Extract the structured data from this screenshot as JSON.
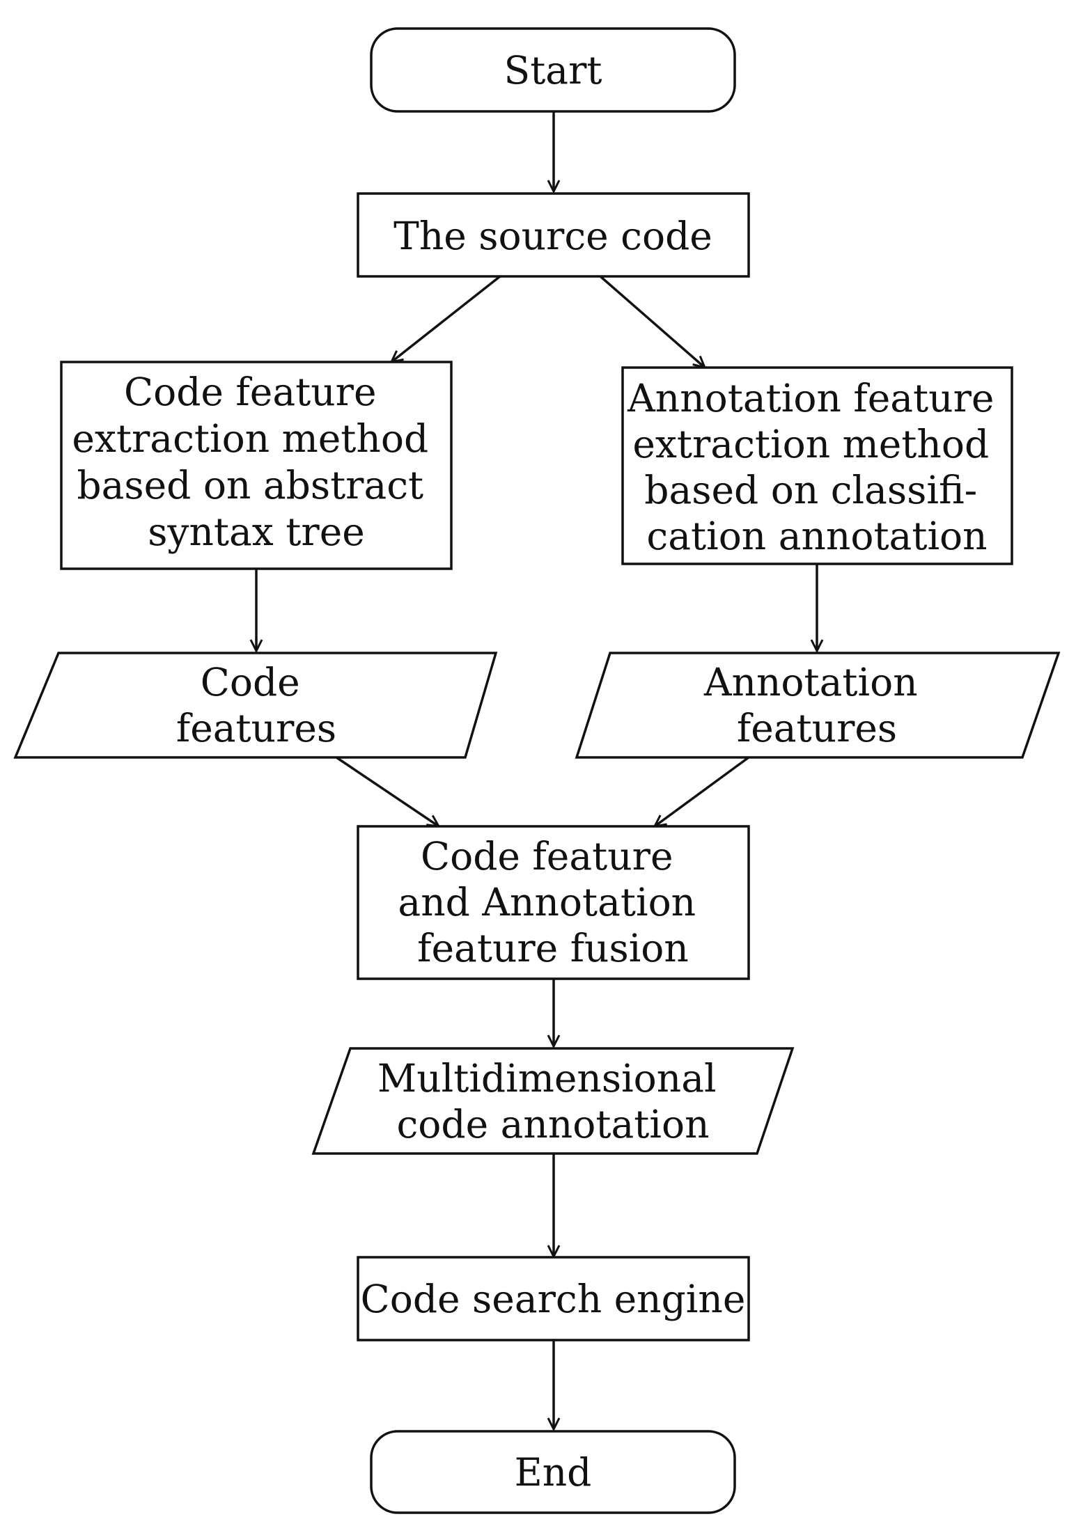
{
  "nodes": {
    "start": {
      "shape": "terminal",
      "lines": [
        "Start"
      ]
    },
    "source_code": {
      "shape": "process",
      "lines": [
        "The source code"
      ]
    },
    "code_extraction": {
      "shape": "process",
      "lines": [
        "Code feature",
        "extraction method",
        "based on abstract",
        "syntax tree"
      ]
    },
    "annotation_extraction": {
      "shape": "process",
      "lines": [
        "Annotation feature",
        "extraction method",
        "based on classifi-",
        "cation annotation"
      ]
    },
    "code_features": {
      "shape": "data",
      "lines": [
        "Code",
        "features"
      ]
    },
    "annotation_features": {
      "shape": "data",
      "lines": [
        "Annotation",
        "features"
      ]
    },
    "fusion": {
      "shape": "process",
      "lines": [
        "Code feature",
        "and Annotation",
        "feature fusion"
      ]
    },
    "multidimensional": {
      "shape": "data",
      "lines": [
        "Multidimensional",
        "code annotation"
      ]
    },
    "search_engine": {
      "shape": "process",
      "lines": [
        "Code search engine"
      ]
    },
    "end": {
      "shape": "terminal",
      "lines": [
        "End"
      ]
    }
  },
  "edges": [
    {
      "from": "start",
      "to": "source_code"
    },
    {
      "from": "source_code",
      "to": "code_extraction"
    },
    {
      "from": "source_code",
      "to": "annotation_extraction"
    },
    {
      "from": "code_extraction",
      "to": "code_features"
    },
    {
      "from": "annotation_extraction",
      "to": "annotation_features"
    },
    {
      "from": "code_features",
      "to": "fusion"
    },
    {
      "from": "annotation_features",
      "to": "fusion"
    },
    {
      "from": "fusion",
      "to": "multidimensional"
    },
    {
      "from": "multidimensional",
      "to": "search_engine"
    },
    {
      "from": "search_engine",
      "to": "end"
    }
  ],
  "colors": {
    "stroke": "#111111",
    "fill": "#ffffff",
    "text": "#111111"
  }
}
